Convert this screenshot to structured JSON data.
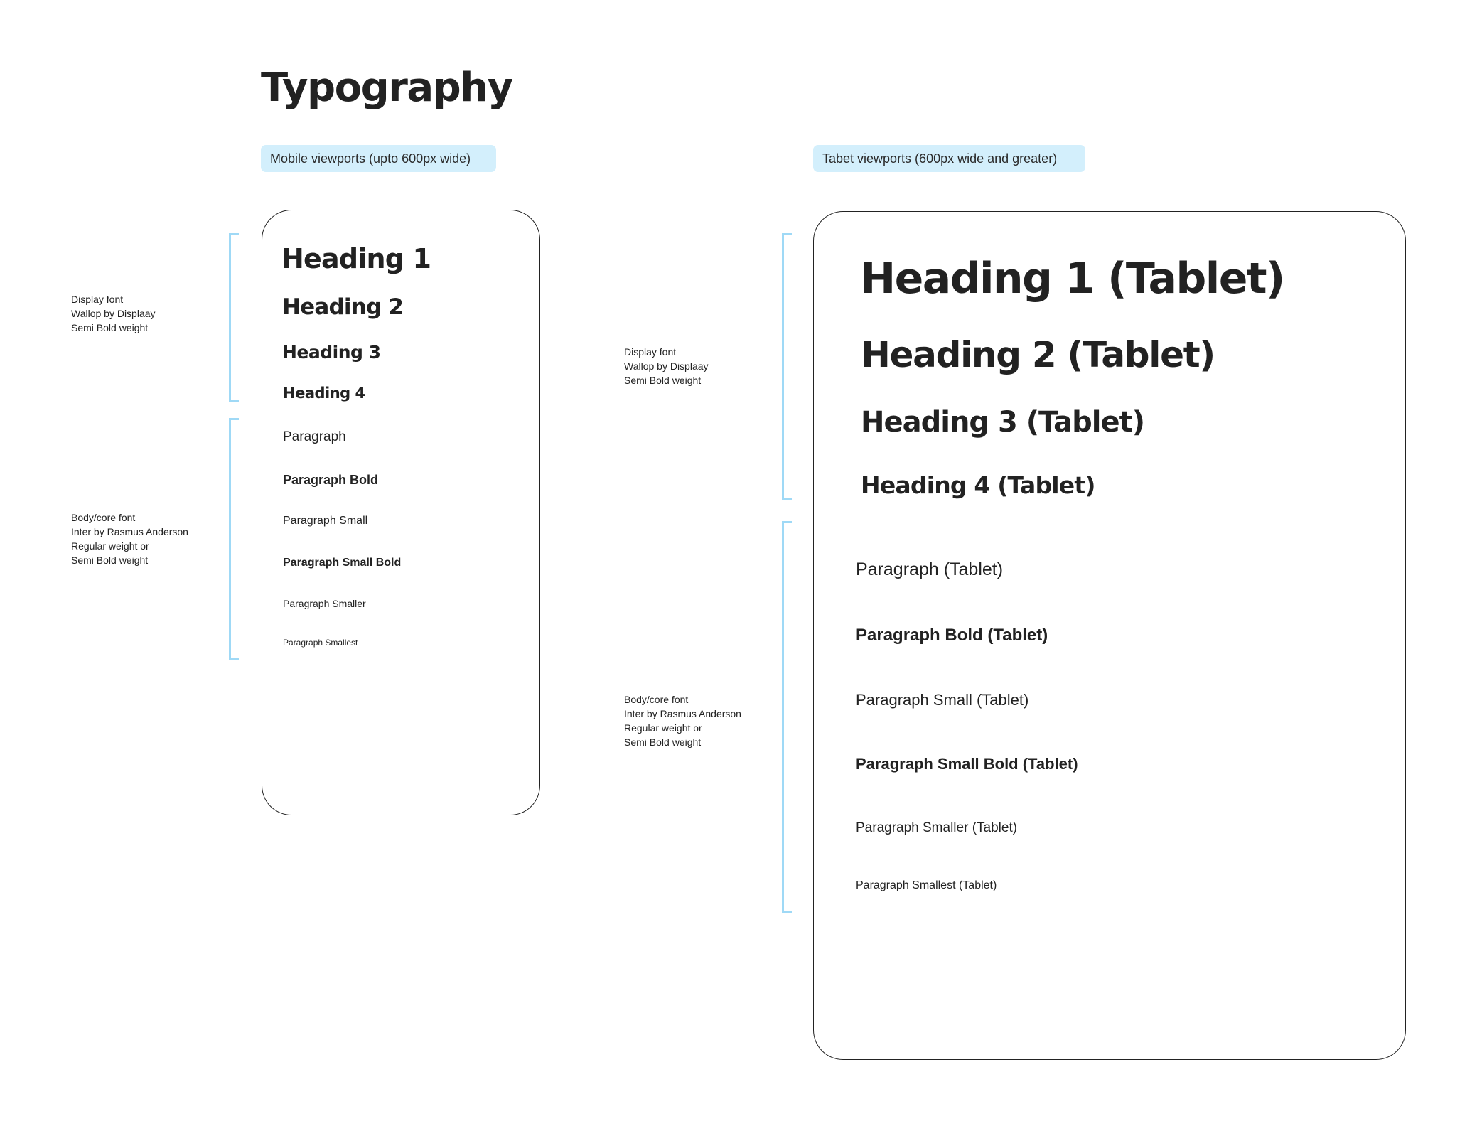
{
  "page": {
    "title": "Typography"
  },
  "colors": {
    "badge_bg": "#d3effc",
    "bracket": "#9fd9f6",
    "text": "#222222",
    "card_border": "#222222"
  },
  "mobile": {
    "badge": "Mobile viewports (upto 600px wide)",
    "display_note": [
      "Display font",
      "Wallop by Displaay",
      "Semi Bold weight"
    ],
    "body_note": [
      "Body/core font",
      "Inter by Rasmus Anderson",
      "Regular weight or",
      "Semi Bold weight"
    ],
    "headings": [
      "Heading 1",
      "Heading 2",
      "Heading 3",
      "Heading 4"
    ],
    "paragraphs": [
      "Paragraph",
      "Paragraph Bold",
      "Paragraph Small",
      "Paragraph Small Bold",
      "Paragraph Smaller",
      "Paragraph Smallest"
    ]
  },
  "tablet": {
    "badge": "Tabet viewports (600px wide and greater)",
    "display_note": [
      "Display font",
      "Wallop by Displaay",
      "Semi Bold weight"
    ],
    "body_note": [
      "Body/core font",
      "Inter by Rasmus Anderson",
      "Regular weight or",
      "Semi Bold weight"
    ],
    "headings": [
      "Heading 1 (Tablet)",
      "Heading 2 (Tablet)",
      "Heading 3 (Tablet)",
      "Heading 4 (Tablet)"
    ],
    "paragraphs": [
      "Paragraph (Tablet)",
      "Paragraph Bold (Tablet)",
      "Paragraph Small (Tablet)",
      "Paragraph Small Bold (Tablet)",
      "Paragraph Smaller (Tablet)",
      "Paragraph Smallest (Tablet)"
    ]
  }
}
